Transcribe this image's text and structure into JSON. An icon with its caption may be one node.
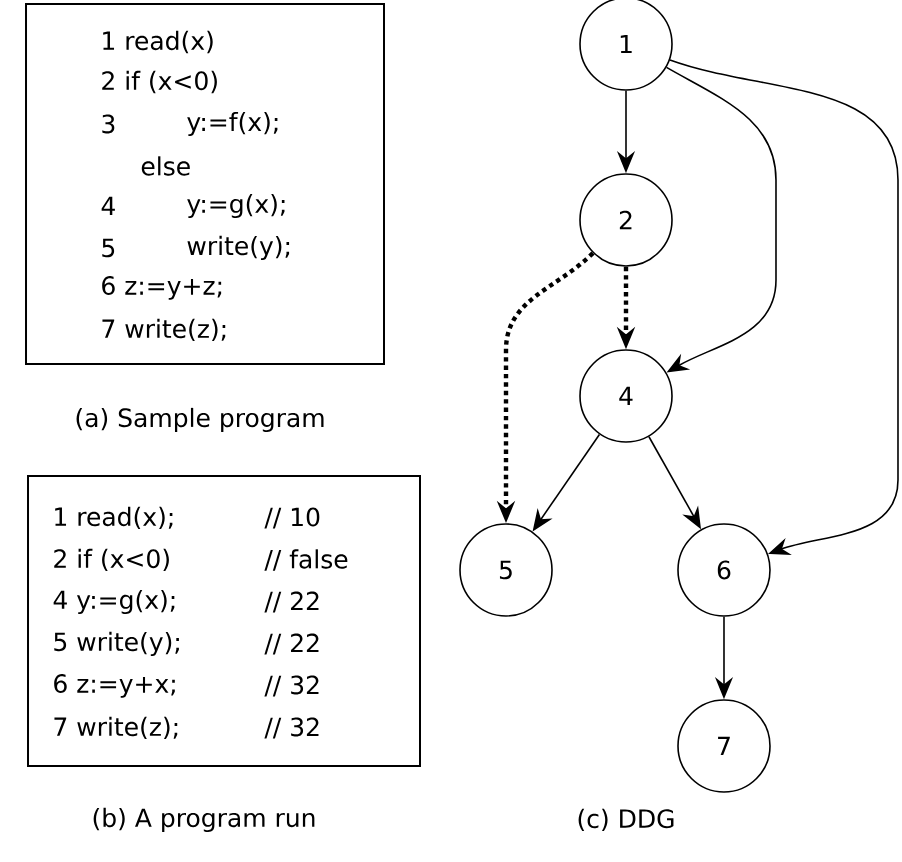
{
  "diagram": {
    "nodes": [
      {
        "text": [
          "1 read(x)",
          "2 if (x<0)",
          "3",
          "y:=f(x);",
          "else",
          "4",
          "y:=g(x);",
          "5",
          "write(y);",
          "6 z:=y+z;",
          "7 write(z);"
        ]
      },
      {
        "text": [
          "1 read(x);",
          "// 10",
          "2 if (x<0)",
          "// false",
          "4 y:=g(x);",
          "// 22",
          "5 write(y);",
          "// 22",
          "6 z:=y+x;",
          "// 32",
          "7 write(z);",
          "// 32"
        ]
      },
      {
        "text": [
          "1"
        ]
      },
      {
        "text": [
          "2"
        ]
      },
      {
        "text": [
          "4"
        ]
      },
      {
        "text": [
          "5"
        ]
      },
      {
        "text": [
          "6"
        ]
      },
      {
        "text": [
          "7"
        ]
      }
    ],
    "edges": [
      {
        "from": 2,
        "to": 3,
        "arrow": "to"
      },
      {
        "from": 2,
        "to": 4,
        "arrow": "to"
      },
      {
        "from": 2,
        "to": 6,
        "arrow": "to"
      },
      {
        "from": 3,
        "to": 4,
        "arrow": "to",
        "style": "dashed"
      },
      {
        "from": 3,
        "to": 5,
        "arrow": "to",
        "style": "dashed"
      },
      {
        "from": 4,
        "to": 5,
        "arrow": "to"
      },
      {
        "from": 4,
        "to": 6,
        "arrow": "to"
      },
      {
        "from": 6,
        "to": 7,
        "arrow": "to"
      }
    ],
    "labels": [
      "(a) Sample program",
      "(b) A program run",
      "(c) DDG"
    ]
  }
}
